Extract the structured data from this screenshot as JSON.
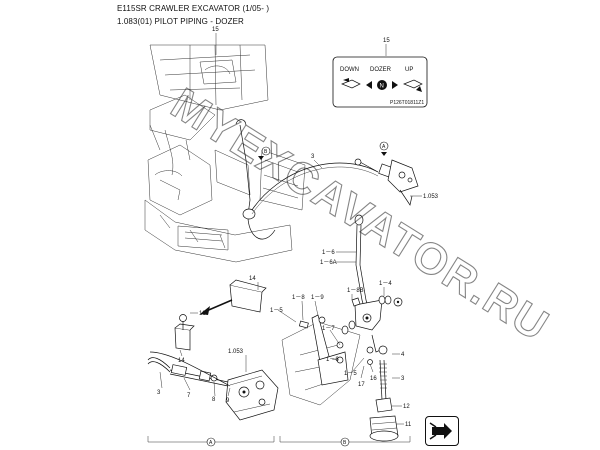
{
  "header": {
    "title": "E115SR CRAWLER EXCAVATOR (1/05- )",
    "subtitle": "1.083(01) PILOT PIPING - DOZER"
  },
  "decal": {
    "ref": "15",
    "down": "DOWN",
    "dozer": "DOZER",
    "up": "UP",
    "neutral": "N",
    "code": "P126T01811Z1"
  },
  "callouts": {
    "c15": "15",
    "c3": "3",
    "c1053a": "1.053",
    "c1053b": "1.053",
    "c1_6": "1－6",
    "c1_6A": "1－6A",
    "c14a": "14",
    "c14b": "14",
    "c10": "10",
    "c1_8": "1－8",
    "c1_9": "1－9",
    "c1_8B": "1－8B",
    "c1_4": "1－4",
    "c1_5a": "1－5",
    "c1_5b": "1－5",
    "c1_7": "1－7",
    "c4": "4",
    "c16": "16",
    "c17": "17",
    "c3b": "3",
    "c12": "12",
    "c11": "11",
    "c7": "7",
    "c8": "8",
    "c9": "9",
    "c3c": "3",
    "c1_6b": "1－6",
    "c1_7b": "1－7",
    "markerA": "A",
    "markerB": "B",
    "balloonB": "B",
    "balloonA": "A",
    "balloonA2": "A",
    "balloonB2": "B"
  },
  "watermark": "MYEXCAVATOR.RU"
}
